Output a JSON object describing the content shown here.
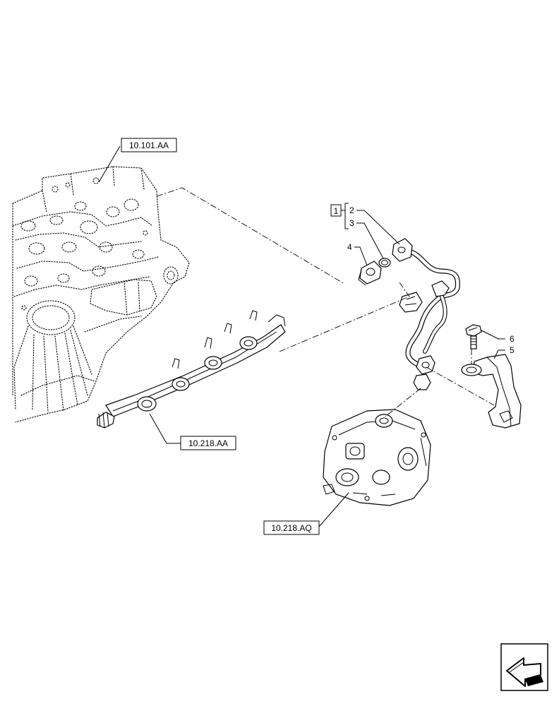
{
  "references": {
    "engine_block": "10.101.AA",
    "fuel_rail": "10.218.AA",
    "injection_pump": "10.218.AQ"
  },
  "kit": {
    "box_number": "1",
    "items": [
      "2",
      "3"
    ]
  },
  "callouts": {
    "c2": "2",
    "c3": "3",
    "c4": "4",
    "c5": "5",
    "c6": "6"
  },
  "navigation": {
    "icon": "previous-page-arrow-icon"
  }
}
